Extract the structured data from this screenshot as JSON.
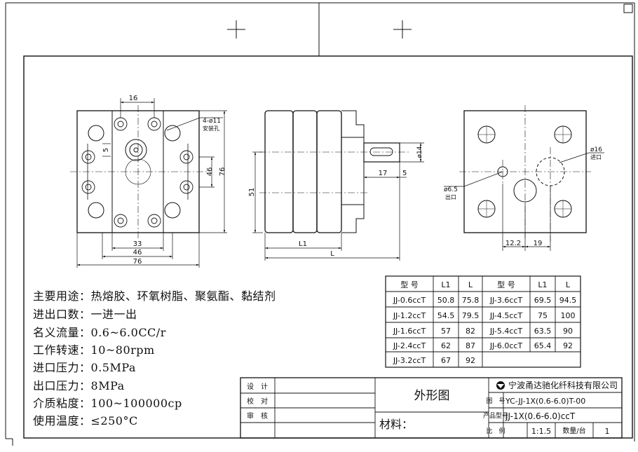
{
  "specs": [
    {
      "label": "主要用途：",
      "value": "热熔胶、环氧树脂、聚氨酯、黏结剂"
    },
    {
      "label": "进出口数：",
      "value": "一进一出"
    },
    {
      "label": "名义流量：",
      "value": "0.6~6.0CC/r"
    },
    {
      "label": "工作转速：",
      "value": "10~80rpm"
    },
    {
      "label": "进口压力：",
      "value": "0.5MPa"
    },
    {
      "label": "出口压力：",
      "value": "8MPa"
    },
    {
      "label": "介质粘度：",
      "value": "100~100000cp"
    },
    {
      "label": "使用温度：",
      "value": "≤250°C"
    }
  ],
  "dims": {
    "front_top": "16",
    "front_hole_label": "4-ø11",
    "front_hole_note": "安装孔",
    "front_5": "5",
    "front_46_v": "46",
    "front_76_v": "76",
    "front_33": "33",
    "front_46_h": "46",
    "front_76_h": "76",
    "side_51": "51",
    "side_phi14": "ø14",
    "side_17": "17",
    "side_5": "5",
    "side_L1": "L1",
    "side_L": "L",
    "right_phi16": "ø16",
    "right_inlet": "进口",
    "right_phi65": "ø6.5",
    "right_outlet": "出口",
    "right_122": "12.2",
    "right_19": "19"
  },
  "model_table": {
    "headers": [
      "型 号",
      "L1",
      "L",
      "型 号",
      "L1",
      "L"
    ],
    "rows": [
      [
        "JJ-0.6ccT",
        "50.8",
        "75.8",
        "JJ-3.6ccT",
        "69.5",
        "94.5"
      ],
      [
        "JJ-1.2ccT",
        "54.5",
        "79.5",
        "JJ-4.5ccT",
        "75",
        "100"
      ],
      [
        "JJ-1.6ccT",
        "57",
        "82",
        "JJ-5.4ccT",
        "63.5",
        "90"
      ],
      [
        "JJ-2.4ccT",
        "62",
        "87",
        "JJ-6.0ccT",
        "65.4",
        "92"
      ],
      [
        "JJ-3.2ccT",
        "67",
        "92",
        "",
        "",
        ""
      ]
    ]
  },
  "title_block": {
    "design": "设　计",
    "check": "校　对",
    "review": "审　核",
    "drawing_name": "外形图",
    "material": "材料：",
    "company": "宁波甬达驰化纤科技有限公司",
    "drawing_no_label": "图　号",
    "drawing_no": "YC-JJ-1X(0.6-6.0)T-00",
    "product_model_label": "产品型号",
    "product_model": "JJ-1X(0.6-6.0)ccT",
    "scale_label": "比　例",
    "scale": "1:1.5",
    "qty_label": "数量/台",
    "qty": "1"
  }
}
